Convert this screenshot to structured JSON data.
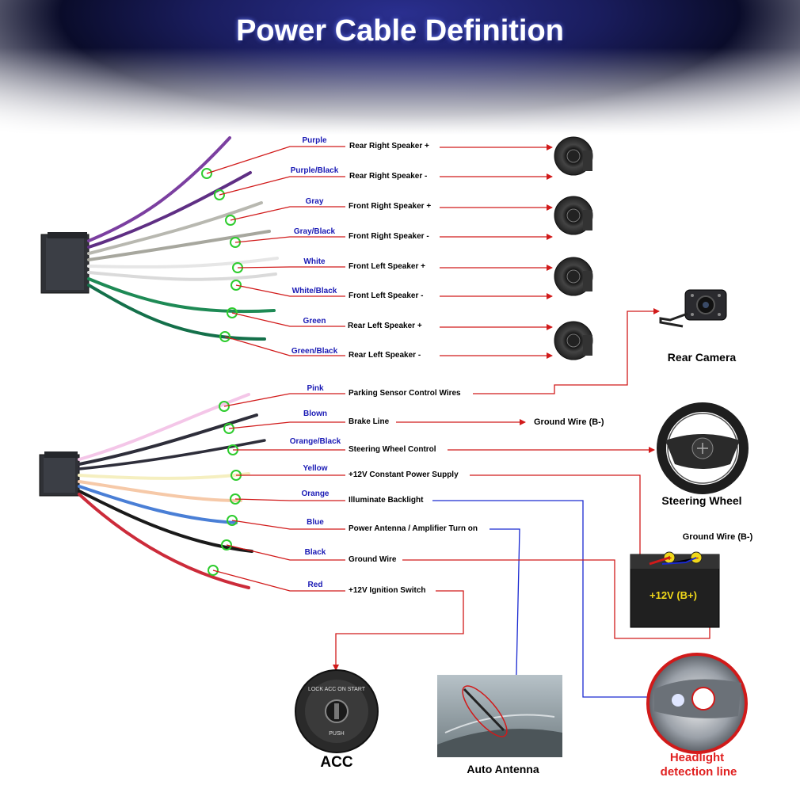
{
  "title": "Power Cable Definition",
  "top_wires": [
    {
      "color_name": "Purple",
      "function": "Rear Right Speaker +"
    },
    {
      "color_name": "Purple/Black",
      "function": "Rear Right Speaker -"
    },
    {
      "color_name": "Gray",
      "function": "Front Right Speaker +"
    },
    {
      "color_name": "Gray/Black",
      "function": "Front Right Speaker -"
    },
    {
      "color_name": "White",
      "function": "Front Left Speaker +"
    },
    {
      "color_name": "White/Black",
      "function": "Front Left Speaker -"
    },
    {
      "color_name": "Green",
      "function": "Rear Left Speaker +"
    },
    {
      "color_name": "Green/Black",
      "function": "Rear Left Speaker -"
    }
  ],
  "bottom_wires": [
    {
      "color_name": "Pink",
      "function": "Parking Sensor Control Wires"
    },
    {
      "color_name": "Blown",
      "function": "Brake Line"
    },
    {
      "color_name": "Orange/Black",
      "function": "Steering Wheel Control"
    },
    {
      "color_name": "Yellow",
      "function": "+12V Constant Power Supply"
    },
    {
      "color_name": "Orange",
      "function": "Illuminate Backlight"
    },
    {
      "color_name": "Blue",
      "function": "Power Antenna / Amplifier Turn on"
    },
    {
      "color_name": "Black",
      "function": "Ground Wire"
    },
    {
      "color_name": "Red",
      "function": "+12V  Ignition Switch"
    }
  ],
  "brake_target": "Ground Wire (B-)",
  "devices": {
    "rear_camera": "Rear Camera",
    "steering_wheel": "Steering Wheel",
    "battery_ground": "Ground Wire (B-)",
    "battery_label": "+12V  (B+)",
    "acc": "ACC",
    "auto_antenna": "Auto Antenna",
    "headlight_1": "Headlight",
    "headlight_2": "detection line",
    "ignition_text": "LOCK ACC ON START PUSH"
  },
  "colors": {
    "arrow_red": "#d11a1a",
    "arrow_blue": "#1a2ad1",
    "label_blue": "#1a1ab5",
    "marker_green": "#2ecc2e",
    "purple": "#7b3fa0",
    "gray": "#b8b8b0",
    "white": "#eeeeee",
    "green": "#1e8a55",
    "pink": "#f4c6e8",
    "brown": "#2e2e3a",
    "yellow": "#f5efc0",
    "orange": "#f6c9a8",
    "blue": "#4a7fd6",
    "black": "#1a1a1a",
    "red": "#cc2b3a"
  }
}
